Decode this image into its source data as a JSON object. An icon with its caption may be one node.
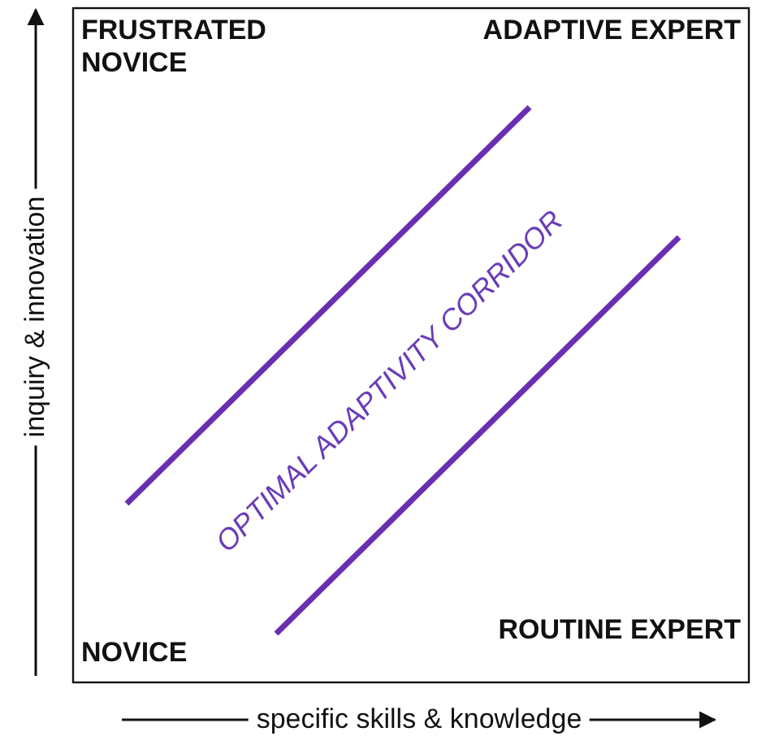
{
  "diagram": {
    "labels": [
      "FRUSTRATED NOVICE",
      "ADAPTIVE EXPERT",
      "OPTIMAL ADAPTIVITY CORRIDOR",
      "inquiry & innovation",
      "NOVICE",
      "ROUTINE EXPERT",
      "specific skills & knowledge"
    ]
  }
}
